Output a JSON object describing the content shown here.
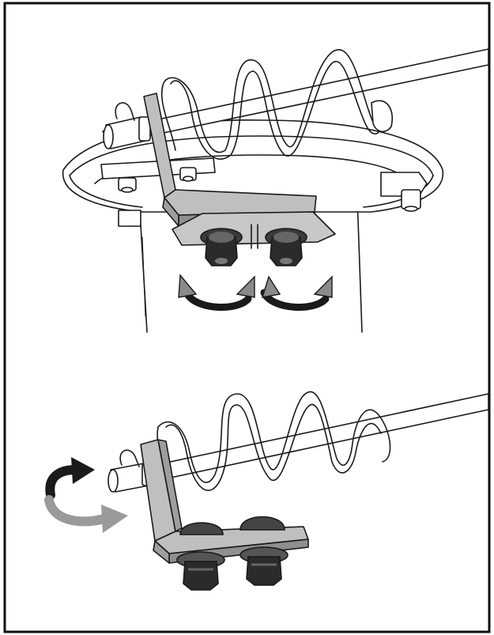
{
  "colors": {
    "border": "#111111",
    "line": "#1a1a1a",
    "bracket": "#bfbfbf",
    "bracket_dark": "#8f8f8f",
    "nut": "#2b2b2b",
    "nut_face": "#555555",
    "arrow_dark": "#1a1a1a",
    "arrow_light": "#9a9a9a",
    "background": "#ffffff"
  },
  "panels": [
    {
      "name": "top-step",
      "description_icons": [
        "auger-spiral",
        "mounting-ring",
        "bracket",
        "nut-left",
        "nut-right",
        "rotate-arrows-pair"
      ]
    },
    {
      "name": "bottom-step",
      "description_icons": [
        "auger-spiral",
        "bracket",
        "nut-left",
        "nut-right",
        "rotate-arrow-dark",
        "rotate-arrow-light"
      ]
    }
  ]
}
